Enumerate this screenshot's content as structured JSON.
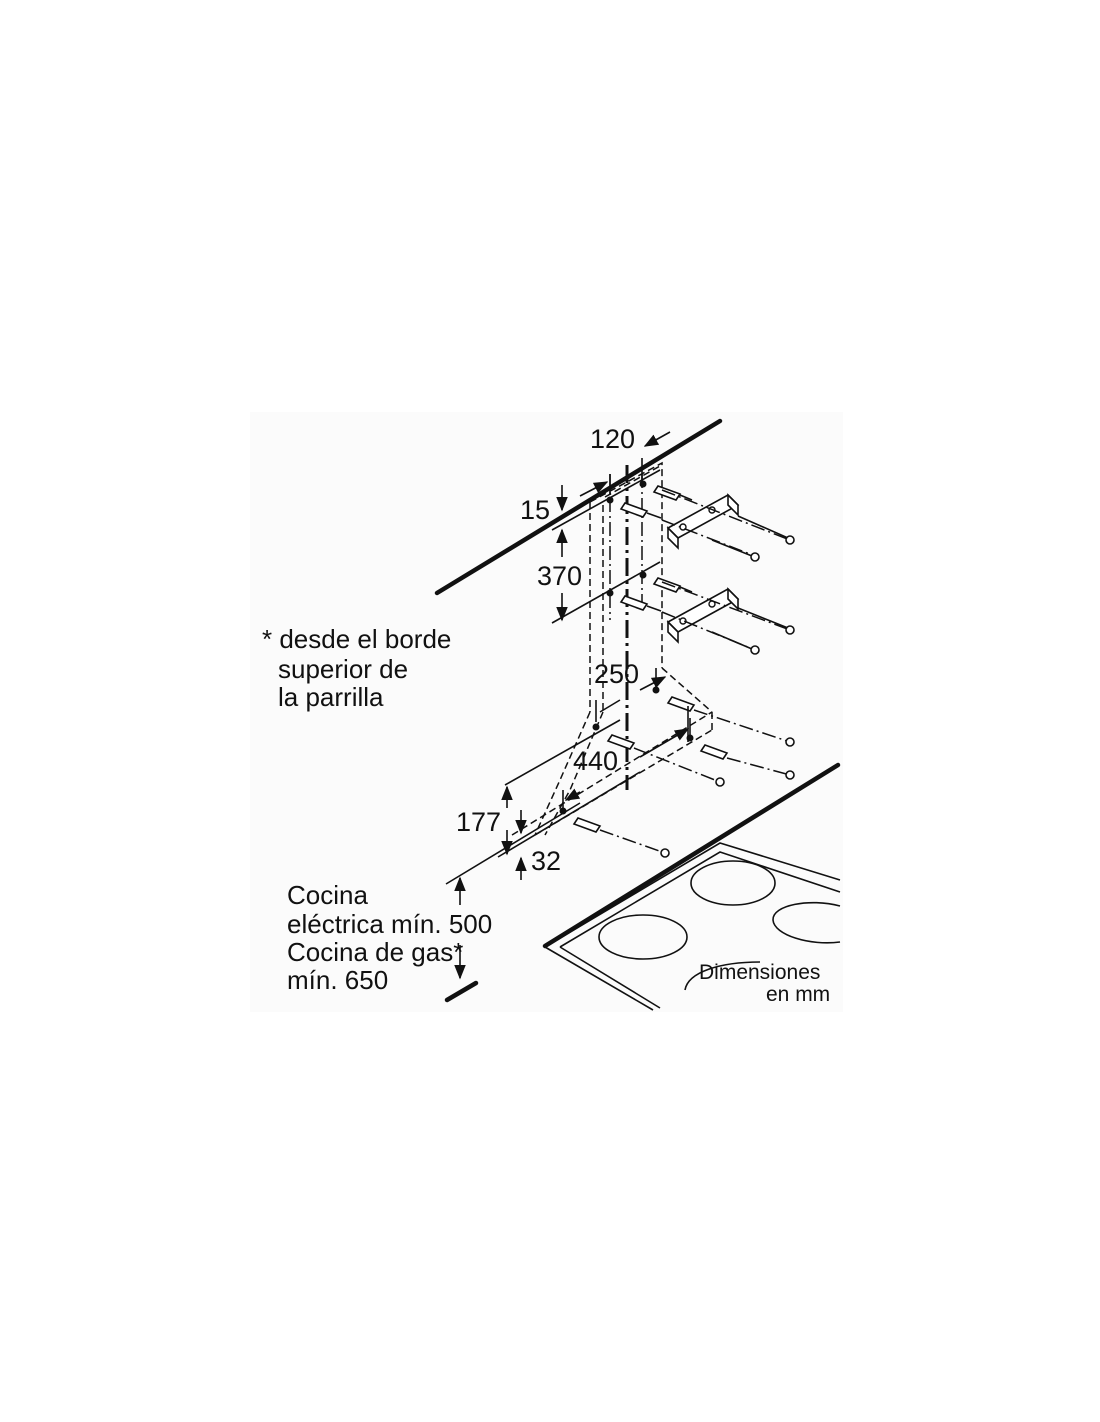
{
  "diagram": {
    "dimensions": {
      "d120": "120",
      "d15": "15",
      "d370": "370",
      "d250": "250",
      "d440": "440",
      "d177": "177",
      "d32": "32"
    },
    "note": {
      "line1": "* desde el borde",
      "line2": "superior de",
      "line3": "la parrilla"
    },
    "clearance": {
      "line1": "Cocina",
      "line2": "eléctrica mín. 500",
      "line3": "Cocina de gas*",
      "line4": "mín. 650"
    },
    "units": {
      "line1": "Dimensiones",
      "line2": "en mm"
    },
    "icons": [
      "ceiling-edge",
      "wall-plug-screw",
      "mounting-bracket",
      "hob",
      "burner-ring",
      "dimension-arrow"
    ]
  }
}
